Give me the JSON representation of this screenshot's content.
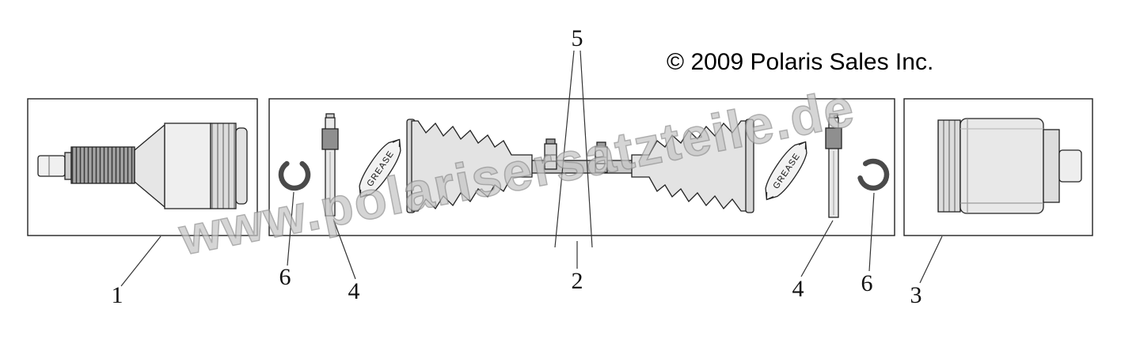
{
  "diagram": {
    "watermark": "www.polarisersatzteile.de",
    "copyright": "© 2009 Polaris Sales Inc.",
    "callouts": {
      "outer_joint": "1",
      "shaft_assembly": "2",
      "inner_joint": "3",
      "boot_clamp_left": "4",
      "boot_clamp_right": "4",
      "shaft_clamps": "5",
      "snap_ring_left": "6",
      "snap_ring_right": "6"
    },
    "part_labels": {
      "grease_left": "GREASE",
      "grease_right": "GREASE"
    }
  }
}
